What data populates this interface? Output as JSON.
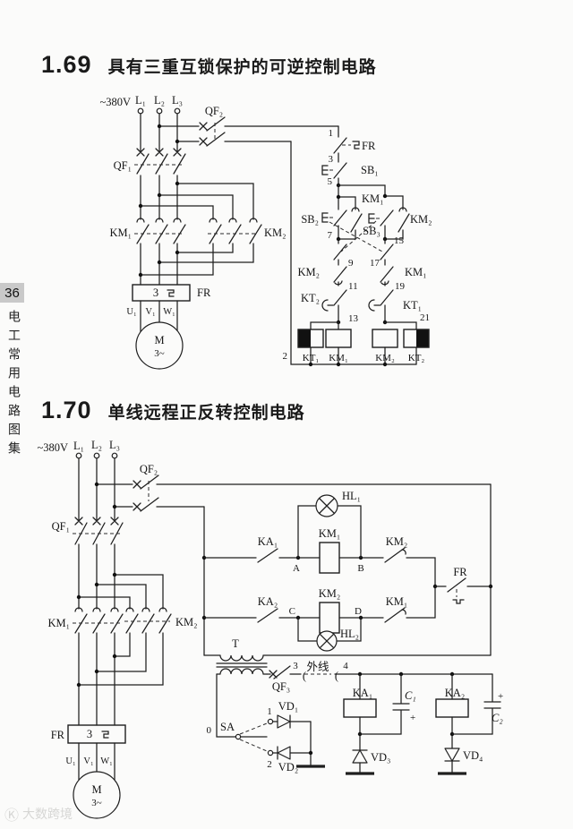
{
  "page": {
    "number": "36",
    "sidebar_text": "电工常用电路图集",
    "watermark_icon": "Ⓚ",
    "watermark_text": "大数跨境"
  },
  "sections": {
    "s169": {
      "num": "1.69",
      "title": "具有三重互锁保护的可逆控制电路"
    },
    "s170": {
      "num": "1.70",
      "title": "单线远程正反转控制电路"
    }
  },
  "labels": {
    "supply": "~380V",
    "L1": "L₁",
    "L2": "L₂",
    "L3": "L₃",
    "QF1": "QF₁",
    "QF2": "QF₂",
    "QF3": "QF₃",
    "KM1": "KM₁",
    "KM2": "KM₂",
    "KA1": "KA₁",
    "KA2": "KA₂",
    "KT1": "KT₁",
    "KT2": "KT₂",
    "SB1": "SB₁",
    "SB2": "SB₂",
    "SB3": "SB₃",
    "FR": "FR",
    "HL1": "HL₁",
    "HL2": "HL₂",
    "VD1": "VD₁",
    "VD2": "VD₂",
    "VD3": "VD₃",
    "VD4": "VD₄",
    "C1": "C₁",
    "C2": "C₂",
    "T": "T",
    "SA": "SA",
    "M": "M",
    "M3": "3~",
    "U1": "U₁",
    "V1": "V₁",
    "W1": "W₁",
    "heater": "3",
    "waixian": "外线",
    "plus": "+",
    "brk": "(",
    "n0": "0",
    "n1": "1",
    "n2": "2",
    "n3": "3",
    "n4": "4",
    "n5": "5",
    "n7": "7",
    "n9": "9",
    "n11": "11",
    "n13": "13",
    "n15": "15",
    "n17": "17",
    "n19": "19",
    "n21": "21",
    "nA": "A",
    "nB": "B",
    "nC": "C",
    "nD": "D"
  }
}
